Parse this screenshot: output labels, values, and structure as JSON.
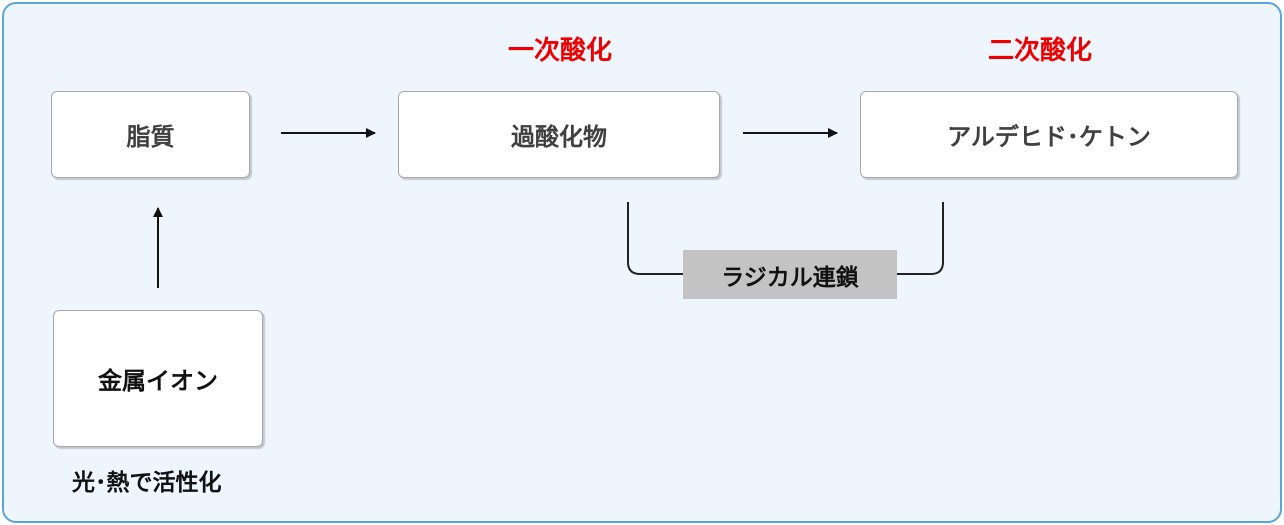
{
  "stages": {
    "primary": "一次酸化",
    "secondary": "二次酸化"
  },
  "nodes": {
    "lipid": "脂質",
    "peroxide": "過酸化物",
    "aldehyde_ketone": "アルデヒド･ケトン",
    "metal_ion": "金属イオン"
  },
  "captions": {
    "activation": "光･熱で活性化"
  },
  "chain": {
    "label": "ラジカル連鎖"
  },
  "colors": {
    "panel_border": "#5aa5dc",
    "panel_fill": "#eef5fd",
    "stage_label": "#ee0000",
    "chain_fill": "#c3c3c3"
  }
}
